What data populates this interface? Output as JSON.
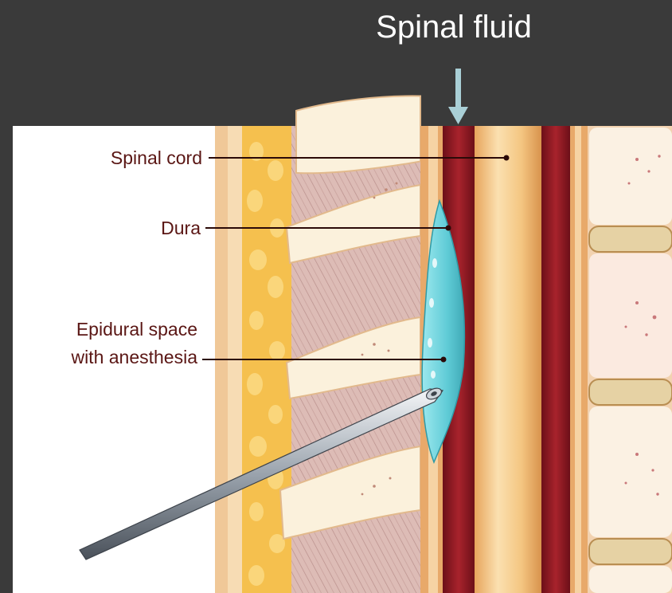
{
  "header": {
    "title": "Spinal fluid"
  },
  "labels": {
    "spinal_cord": "Spinal cord",
    "dura": "Dura",
    "epidural_line1": "Epidural space",
    "epidural_line2": "with anesthesia"
  },
  "colors": {
    "background": "#3a3a3a",
    "arrow": "#a9cfd6",
    "fluid": "#6fd3dc",
    "spinal_cord": "#f2c37d",
    "dura": "#8b1a22",
    "bone": "#fbf1dc",
    "fat": "#f5c04e",
    "muscle": "#d8b6b0",
    "label_text": "#5a1614"
  }
}
